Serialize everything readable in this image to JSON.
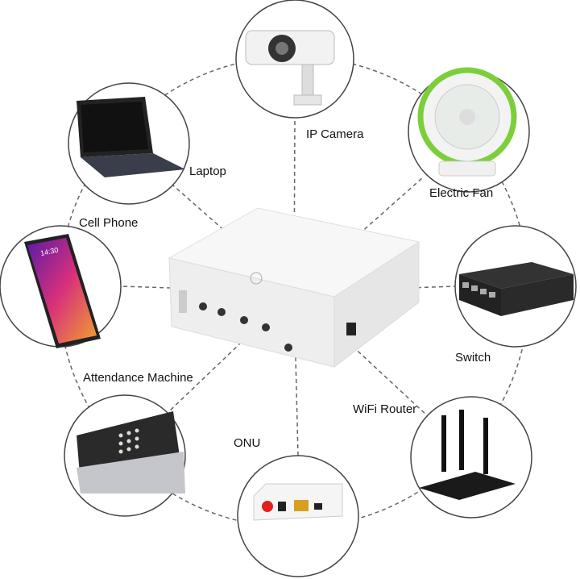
{
  "title": "Mini UPS connected devices",
  "devices": [
    {
      "label": "IP Camera"
    },
    {
      "label": "Laptop"
    },
    {
      "label": "Electric Fan"
    },
    {
      "label": "Cell Phone"
    },
    {
      "label": "Switch"
    },
    {
      "label": "Attendance Machine"
    },
    {
      "label": "WiFi Router"
    },
    {
      "label": "ONU"
    }
  ],
  "phone_time": "14:30",
  "colors": {
    "accent_green": "#7ccf3a",
    "circle_border": "#555555",
    "line": "#666666"
  }
}
